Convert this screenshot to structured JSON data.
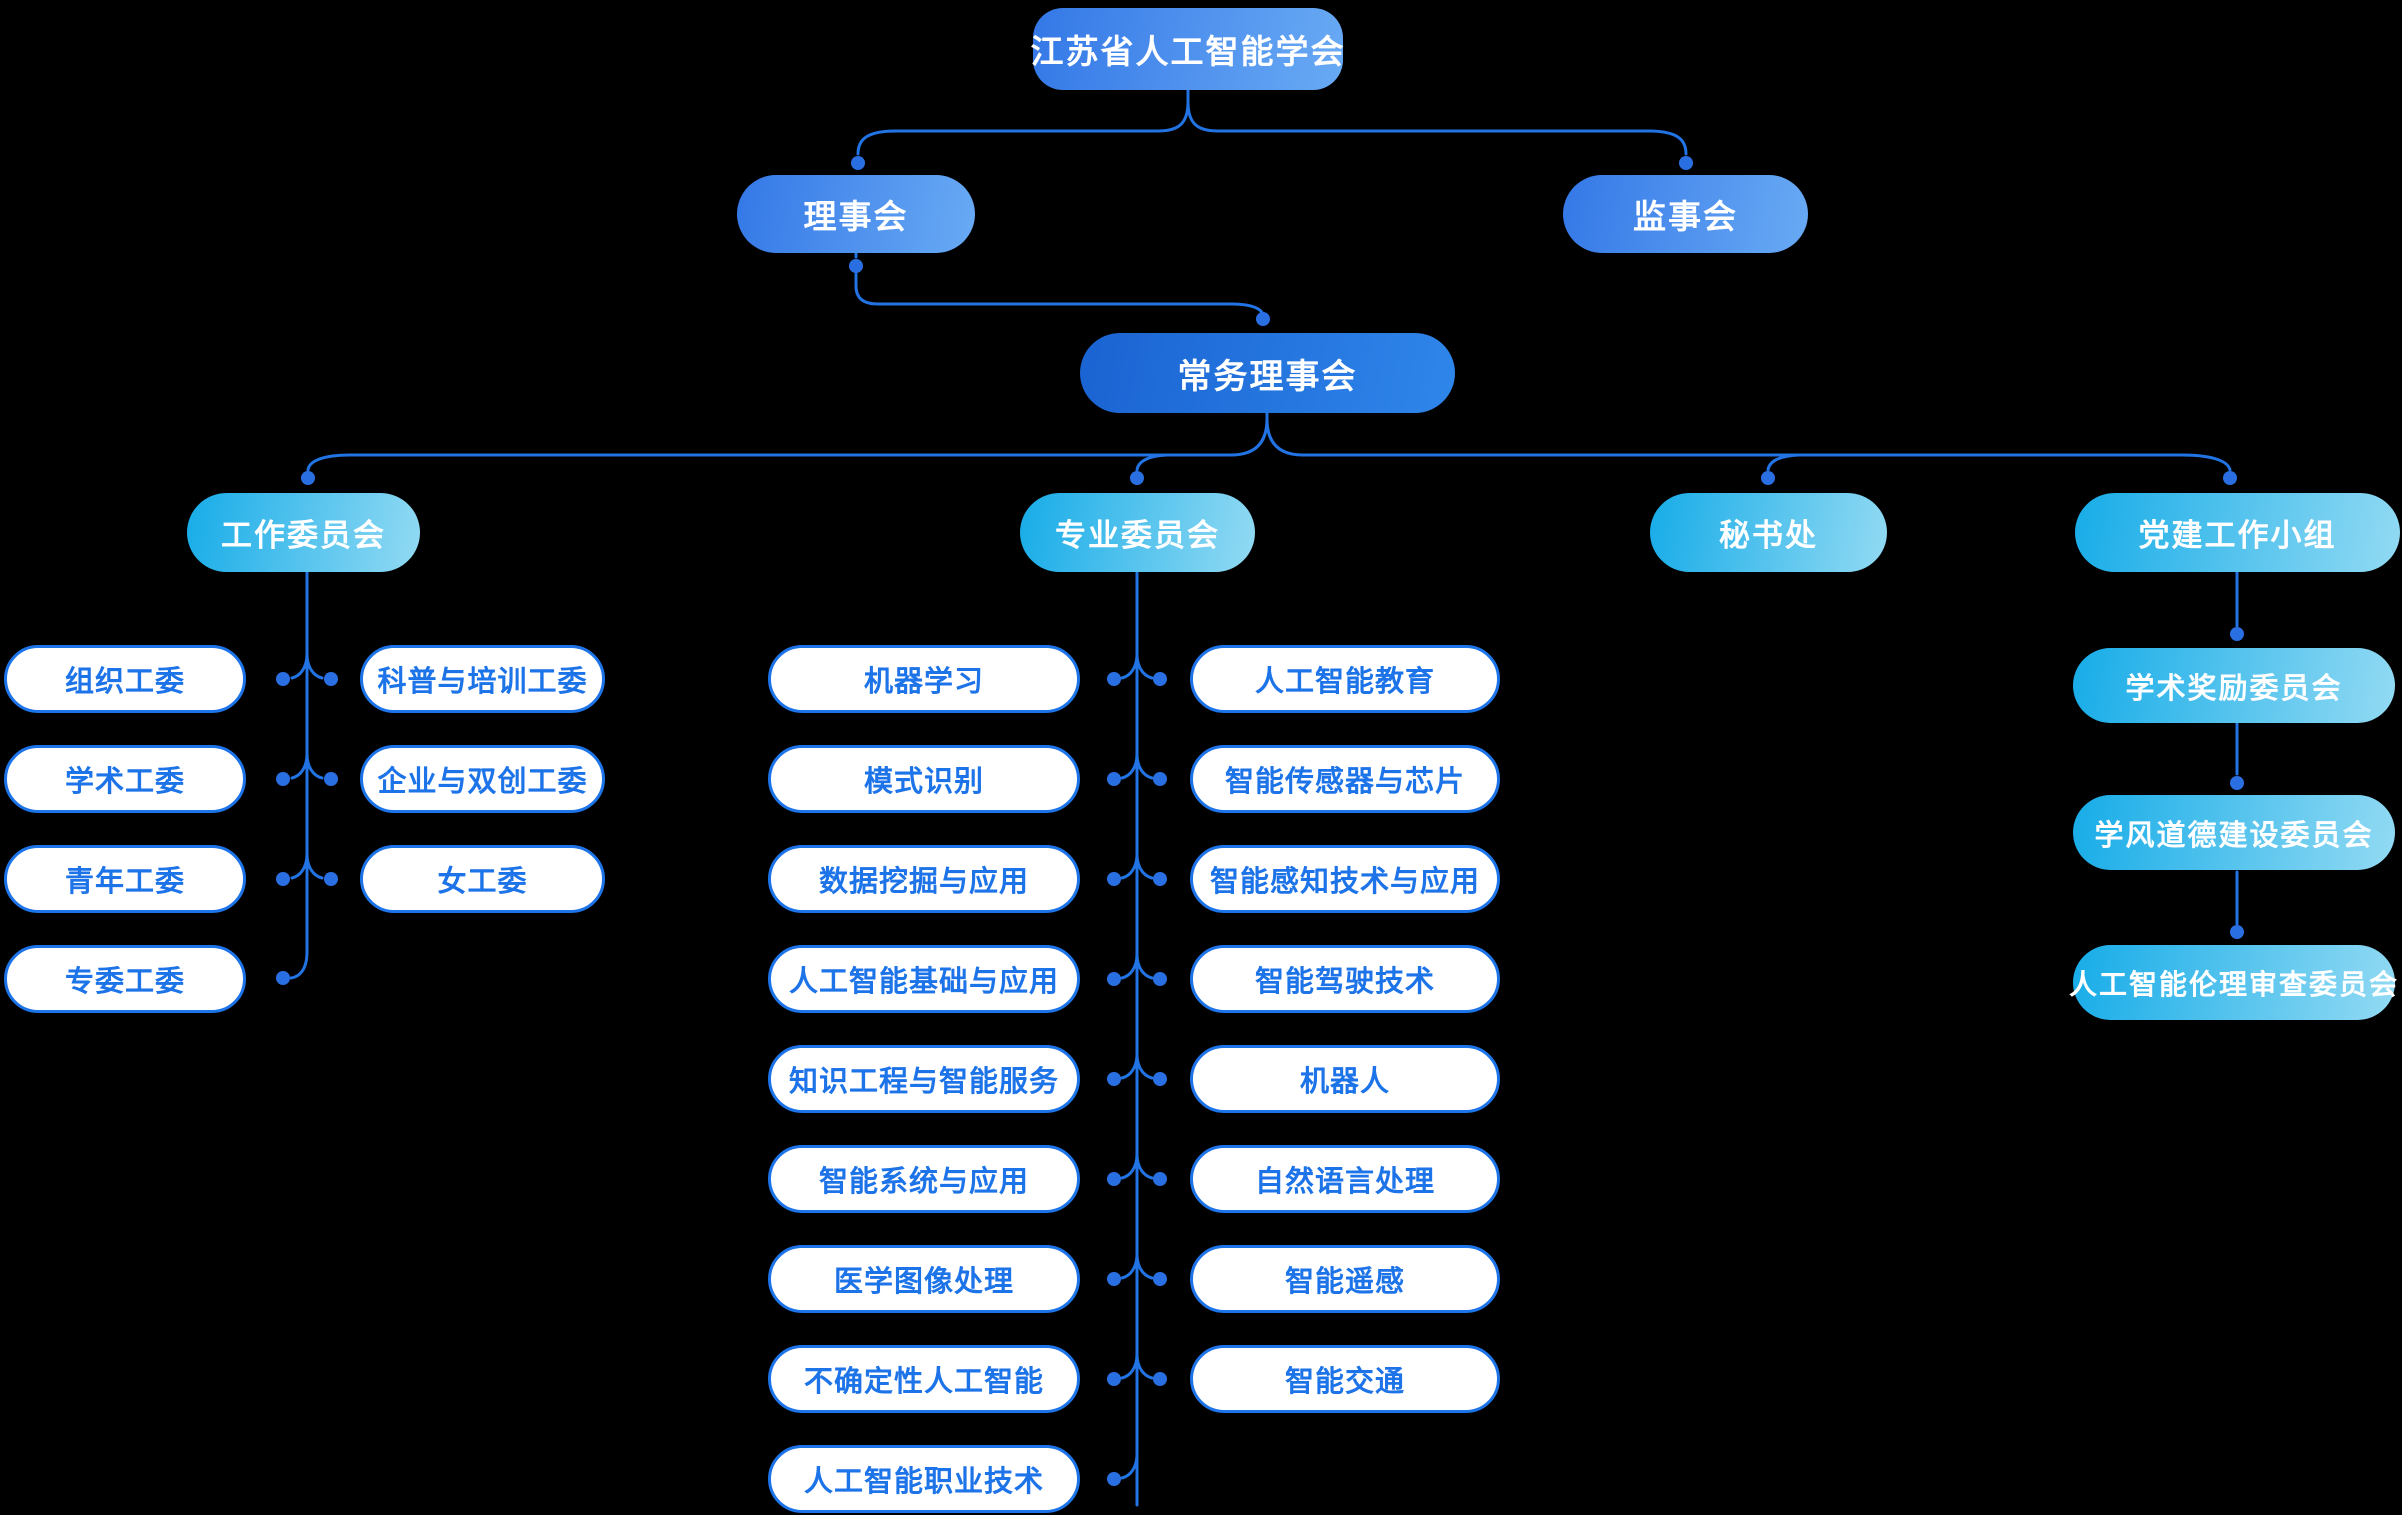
{
  "org": {
    "root": "江苏省人工智能学会",
    "council": "理事会",
    "supervisory_board": "监事会",
    "standing_council": "常务理事会",
    "working_committee": "工作委员会",
    "professional_committee": "专业委员会",
    "secretariat": "秘书处",
    "party_building_group": "党建工作小组",
    "working_children_left": [
      "组织工委",
      "学术工委",
      "青年工委",
      "专委工委"
    ],
    "working_children_right": [
      "科普与培训工委",
      "企业与双创工委",
      "女工委"
    ],
    "professional_children_left": [
      "机器学习",
      "模式识别",
      "数据挖掘与应用",
      "人工智能基础与应用",
      "知识工程与智能服务",
      "智能系统与应用",
      "医学图像处理",
      "不确定性人工智能",
      "人工智能职业技术"
    ],
    "professional_children_right": [
      "人工智能教育",
      "智能传感器与芯片",
      "智能感知技术与应用",
      "智能驾驶技术",
      "机器人",
      "自然语言处理",
      "智能遥感",
      "智能交通"
    ],
    "party_children": [
      "学术奖励委员会",
      "学风道德建设委员会",
      "人工智能伦理审查委员会"
    ]
  },
  "colors": {
    "background": "#000000",
    "connector_line": "#2273E3",
    "connector_dot": "#2A6FE2",
    "node_blue_gradient_start": "#3478E7",
    "node_blue_gradient_end": "#69AAF4",
    "node_dark_gradient_start": "#1A63D2",
    "node_dark_gradient_end": "#2F86EA",
    "node_cyan_gradient_start": "#17ACE8",
    "node_cyan_gradient_end": "#92DAF3",
    "leaf_border": "#1D73E8",
    "leaf_text": "#1D73E8",
    "leaf_background": "#FFFFFF"
  }
}
